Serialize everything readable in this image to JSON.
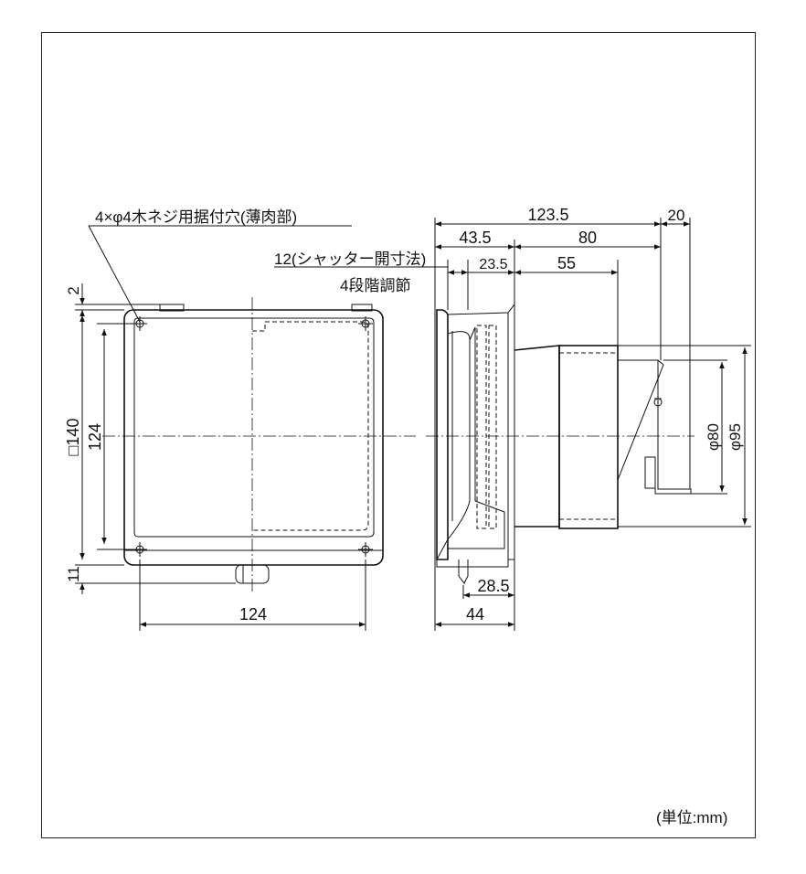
{
  "labels": {
    "mount_holes": "4×φ4木ネジ用据付穴(薄肉部)",
    "shutter": "12(シャッター開寸法)",
    "adjust": "4段階調節",
    "unit": "(単位:mm)"
  },
  "dims": {
    "d2": "2",
    "d140": "□140",
    "d124v": "124",
    "d11": "11",
    "d124h": "124",
    "d1235": "123.5",
    "d20": "20",
    "d435": "43.5",
    "d80": "80",
    "d235": "23.5",
    "d55": "55",
    "phi80": "φ80",
    "phi95": "φ95",
    "d285": "28.5",
    "d44": "44"
  }
}
